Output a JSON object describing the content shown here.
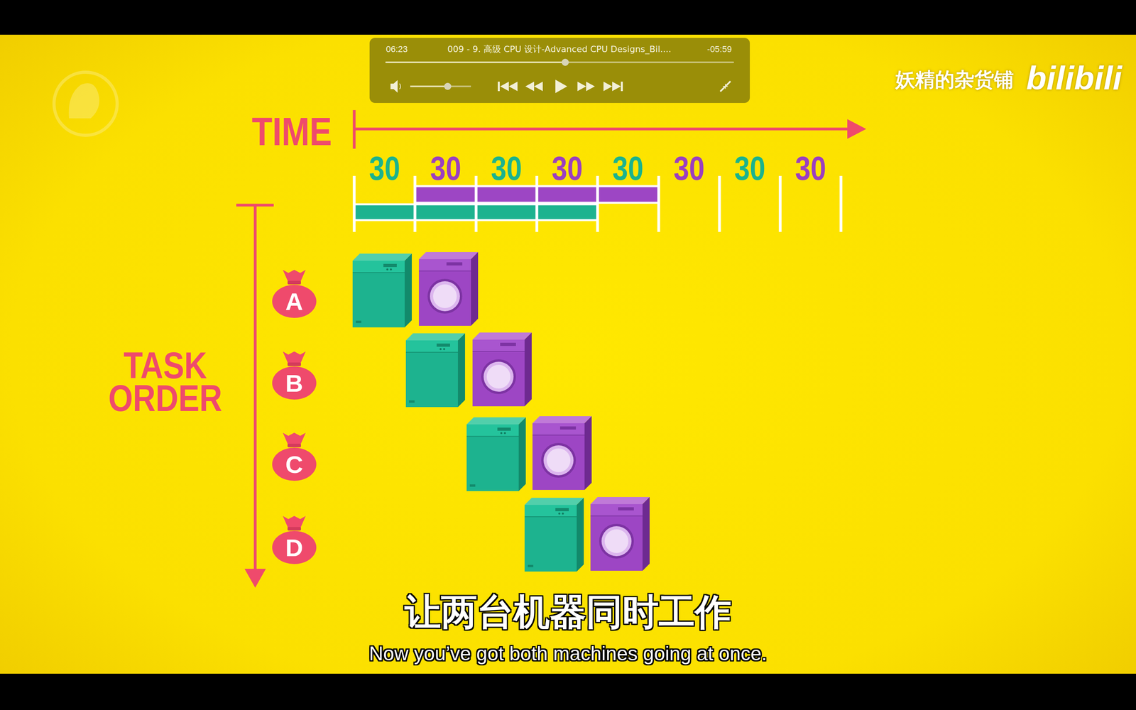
{
  "diagram": {
    "nodes": [
      {
        "text": [
          "06:23",
          "009 - 9. 高级 CPU 设计-Advanced CPU Designs_Bil....",
          "-05:59"
        ]
      },
      {
        "text": [
          "A"
        ]
      },
      {
        "text": [
          "B"
        ]
      },
      {
        "text": [
          "C"
        ]
      },
      {
        "text": [
          "D"
        ]
      }
    ],
    "labels": [
      "TIME",
      "30",
      "30",
      "30",
      "30",
      "30",
      "30",
      "30",
      "30",
      "TASK ORDER",
      "妖精的杂货铺",
      "bilibili",
      "让两台机器同时工作",
      "Now you’ve got both machines going at once."
    ]
  }
}
